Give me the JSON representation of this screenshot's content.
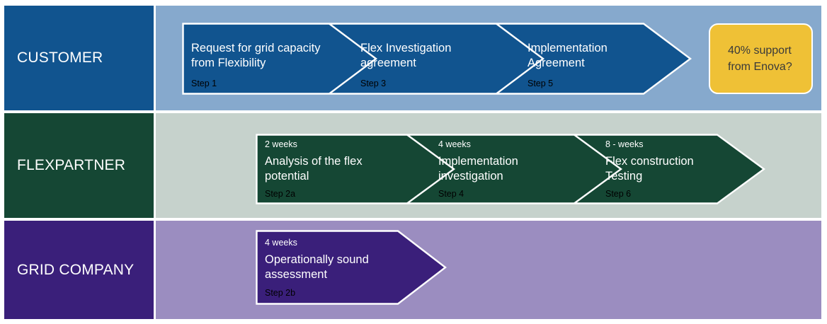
{
  "diagram": {
    "title": "Flexibility process swimlane",
    "lanes": [
      {
        "id": "customer",
        "label": "CUSTOMER",
        "label_color": "#11548f",
        "body_color": "#86a9cd",
        "chevron_color": "#11548f",
        "steps": [
          {
            "duration": "",
            "title": "Request for grid capacity from Flexibility",
            "step": "Step 1"
          },
          {
            "duration": "",
            "title": "Flex Investigation agreement",
            "step": "Step 3"
          },
          {
            "duration": "",
            "title": "Implementation Agreement",
            "step": "Step 5"
          }
        ],
        "callout": {
          "text": "40% support from Enova?",
          "color": "#efc136"
        }
      },
      {
        "id": "flexpartner",
        "label": "FLEXPARTNER",
        "label_color": "#154734",
        "body_color": "#c6d2cc",
        "chevron_color": "#154734",
        "steps": [
          {
            "duration": "2 weeks",
            "title": "Analysis of the flex potential",
            "step": "Step 2a"
          },
          {
            "duration": "4 weeks",
            "title": "Implementation investigation",
            "step": "Step 4"
          },
          {
            "duration": "8 -  weeks",
            "title": "Flex construction Testing",
            "step": "Step 6"
          }
        ],
        "callout": null
      },
      {
        "id": "grid-company",
        "label": "GRID COMPANY",
        "label_color": "#3a1f7a",
        "body_color": "#9b8dc0",
        "chevron_color": "#3a1f7a",
        "steps": [
          {
            "duration": "4 weeks",
            "title": "Operationally sound assessment",
            "step": "Step 2b"
          }
        ],
        "callout": null
      }
    ]
  }
}
